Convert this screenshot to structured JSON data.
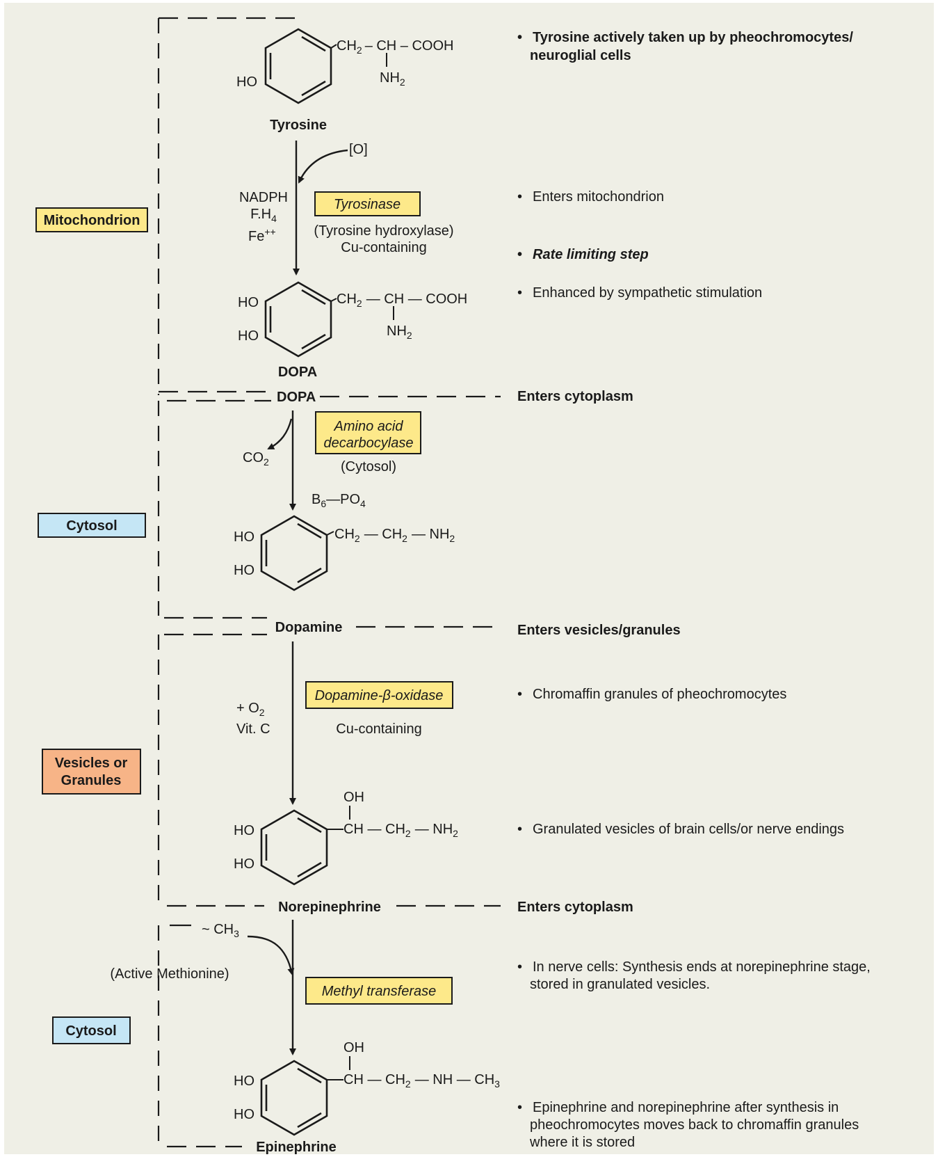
{
  "compartments": {
    "mitochondrion": {
      "label": "Mitochondrion",
      "color": "#fde98a"
    },
    "cytosol1": {
      "label": "Cytosol",
      "color": "#c5e6f5"
    },
    "vesicles": {
      "line1": "Vesicles or",
      "line2": "Granules",
      "color": "#f7b487"
    },
    "cytosol2": {
      "label": "Cytosol",
      "color": "#c5e6f5"
    }
  },
  "molecules": {
    "tyrosine": {
      "name": "Tyrosine",
      "chain_ch2": "CH",
      "chain_sub2": "2",
      "chain_ch": "– CH – COOH",
      "nh": "NH",
      "nh_sub": "2",
      "ho": "HO"
    },
    "dopa": {
      "name": "DOPA",
      "chain_ch2": "CH",
      "chain_sub2": "2",
      "chain_rest": "— CH — COOH",
      "nh": "NH",
      "nh_sub": "2",
      "ho1": "HO",
      "ho2": "HO"
    },
    "dopa_transfer": "DOPA",
    "dopamine": {
      "name": "Dopamine",
      "ch2a": "CH",
      "s1": "2",
      "ch2b": "— CH",
      "s2": "2",
      "nh": "— NH",
      "s3": "2",
      "ho1": "HO",
      "ho2": "HO"
    },
    "norepinephrine": {
      "name": "Norepinephrine",
      "oh": "OH",
      "ch": "CH — CH",
      "s1": "2",
      "nh": "— NH",
      "s2": "2",
      "ho1": "HO",
      "ho2": "HO"
    },
    "epinephrine": {
      "name": "Epinephrine",
      "oh": "OH",
      "ch": "CH — CH",
      "s1": "2",
      "nh": "— NH — CH",
      "s2": "3",
      "ho1": "HO",
      "ho2": "HO"
    }
  },
  "steps": {
    "step1": {
      "oxygen": "[O]",
      "cofactor1": "NADPH",
      "cofactor2_main": "F.H",
      "cofactor2_sub": "4",
      "cofactor3_main": "Fe",
      "cofactor3_sup": "++",
      "enzyme": "Tyrosinase",
      "enzyme_note1": "(Tyrosine hydroxylase)",
      "enzyme_note2": "Cu-containing"
    },
    "step2": {
      "byproduct_main": "CO",
      "byproduct_sub": "2",
      "enzyme_line1": "Amino acid",
      "enzyme_line2": "decarbocylase",
      "enzyme_note": "(Cytosol)",
      "cofactor_b": "B",
      "cofactor_b_sub": "6",
      "cofactor_po": "—PO",
      "cofactor_po_sub": "4"
    },
    "step3": {
      "cofactor1_main": "+ O",
      "cofactor1_sub": "2",
      "cofactor2": "Vit. C",
      "enzyme": "Dopamine-β-oxidase",
      "enzyme_note": "Cu-containing"
    },
    "step4": {
      "methyl_main": "~ CH",
      "methyl_sub": "3",
      "methyl_source": "(Active Methionine)",
      "enzyme": "Methyl transferase"
    }
  },
  "notes": {
    "n1_line1": "Tyrosine actively taken up by pheochromocytes/",
    "n1_line2": "neuroglial cells",
    "n2": "Enters mitochondrion",
    "n3": "Rate limiting step",
    "n4": "Enhanced by sympathetic stimulation",
    "n5": "Enters cytoplasm",
    "n6": "Enters vesicles/granules",
    "n7": "Chromaffin granules of pheochromocytes",
    "n8": "Granulated vesicles of brain cells/or nerve endings",
    "n9": "Enters cytoplasm",
    "n10_line1": "In nerve cells: Synthesis ends at norepinephrine stage,",
    "n10_line2": "stored in granulated vesicles.",
    "n11_line1": "Epinephrine and norepinephrine after synthesis in",
    "n11_line2": "pheochromocytes moves back to chromaffin granules",
    "n11_line3": "where it is stored",
    "bullet": "•"
  },
  "colors": {
    "background": "#efefe6",
    "enzyme_box": "#fde98a",
    "line": "#1a1a1a"
  }
}
